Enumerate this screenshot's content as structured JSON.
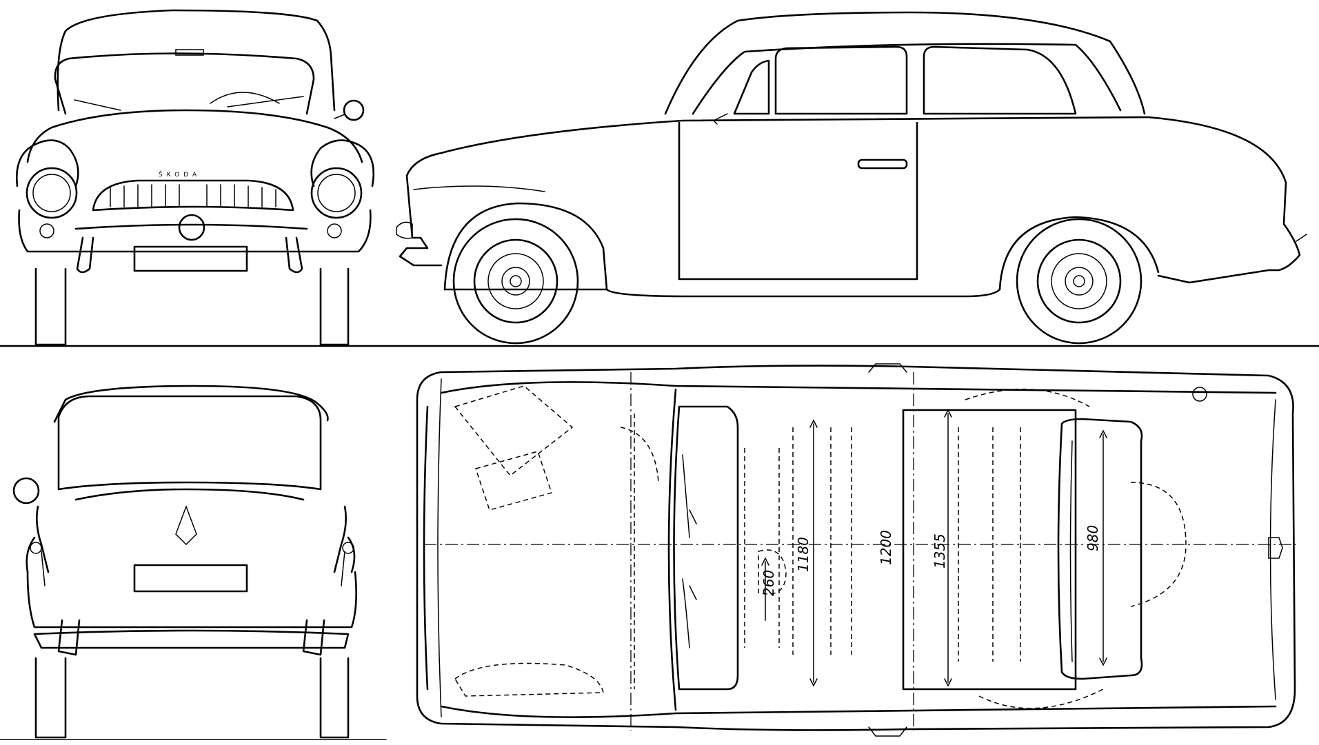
{
  "views": [
    "front-view",
    "side-view",
    "rear-view",
    "top-view"
  ],
  "badge_text": "ŠKODA",
  "dimensions": {
    "rear_seat_width": "980",
    "cabin_width": "1355",
    "door_line_width": "1200",
    "front_seat_width": "1180",
    "seat_offset": "260"
  },
  "line_color": "#000000",
  "background_color": "#ffffff"
}
